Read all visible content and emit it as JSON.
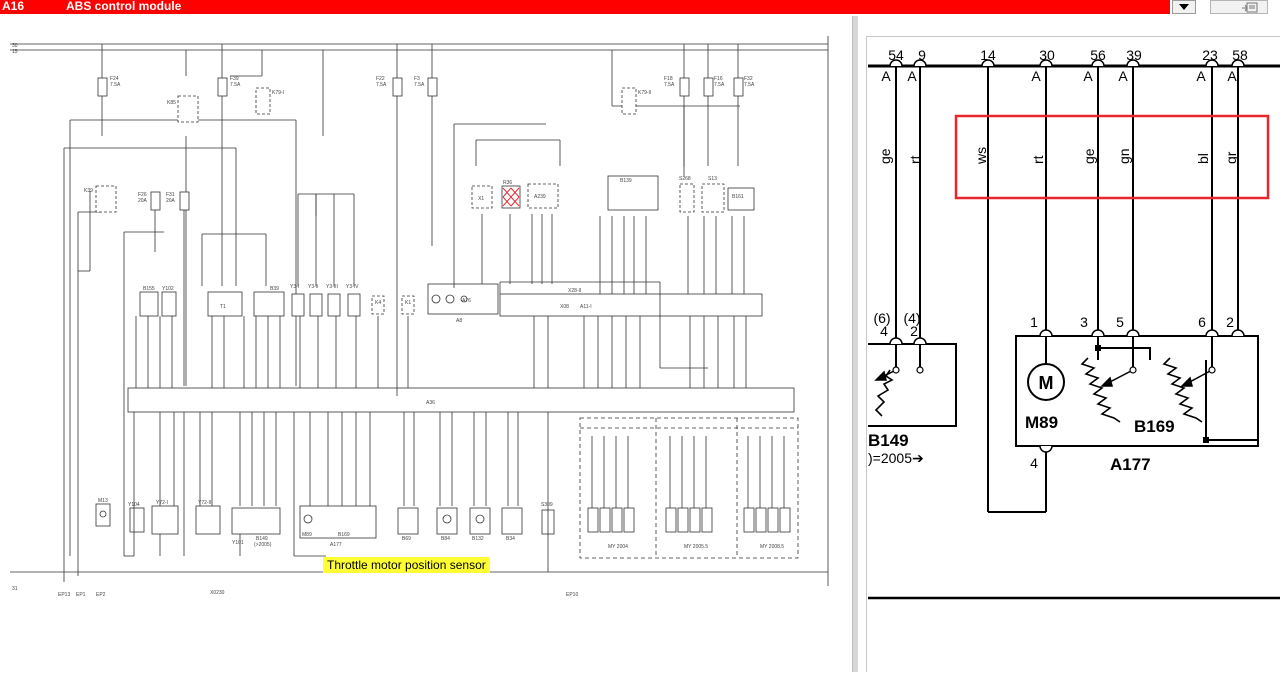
{
  "titlebar": {
    "module_code": "A16",
    "title": "ABS control module"
  },
  "left": {
    "watermark": "",
    "rail_top": [
      "30",
      "15"
    ],
    "rail_bottom": "31",
    "fuses": [
      {
        "id": "F24",
        "rating": "7.5A"
      },
      {
        "id": "F39",
        "rating": "7.5A"
      },
      {
        "id": "F22",
        "rating": "7.5A"
      },
      {
        "id": "F3",
        "rating": "7.5A"
      },
      {
        "id": "F18",
        "rating": "7.5A"
      },
      {
        "id": "F16",
        "rating": "7.5A"
      },
      {
        "id": "F32",
        "rating": "7.5A"
      },
      {
        "id": "F26",
        "rating": "20A"
      },
      {
        "id": "F31",
        "rating": "20A"
      }
    ],
    "relays": {
      "k85": "K85",
      "k79i": "K79-I",
      "k79ii": "K79-II",
      "k39": "K39"
    },
    "sensors": [
      "B155",
      "Y102",
      "T1",
      "B39",
      "Y3-I",
      "Y3-II",
      "Y3-III",
      "Y3-IV",
      "K4",
      "K1",
      "X1",
      "R36",
      "A239",
      "B139",
      "S268",
      "S13",
      "B161"
    ],
    "modules": {
      "a8": "A8",
      "a76": "A76",
      "a11i": "A11-I",
      "a11_ref": "X08",
      "x28ii": "X28-II",
      "a36": "A36"
    },
    "bottom": [
      "M13",
      "Y104",
      "Y72-I",
      "Y72-II",
      "Y101",
      "B149",
      "M89",
      "B169",
      "A177",
      "B69",
      "B84",
      "B132",
      "B34",
      "S309"
    ],
    "bottom_notes": {
      "b149_note": "(>2005)",
      "my1": "MY 2004",
      "my2": "MY 2005.5",
      "my3": "MY 2008.5"
    },
    "grounds": [
      "EP13",
      "EP1",
      "EP2",
      "EP10"
    ],
    "ground_code": "X0230",
    "highlight": "Throttle motor position sensor"
  },
  "right": {
    "pins": [
      "54",
      "9",
      "14",
      "30",
      "56",
      "39",
      "23",
      "58"
    ],
    "pin_letter": "A",
    "wire_colors": [
      "ge",
      "rt",
      "ws",
      "rt",
      "ge",
      "gn",
      "bl",
      "gr"
    ],
    "b149_pins": [
      "(6)",
      "4",
      "(4)",
      "2"
    ],
    "b149_label": "B149",
    "b149_note": ")=2005➔",
    "a177_pins": [
      "1",
      "3",
      "5",
      "6",
      "2"
    ],
    "m89_symbol": "M",
    "m89_label": "M89",
    "b169_label": "B169",
    "a177_label": "A177",
    "a177_pin_bottom": "4"
  },
  "colors": {
    "titlebar": "#ff0000",
    "highlight_box": "#e8262b",
    "highlight_label": "#ffff33"
  }
}
